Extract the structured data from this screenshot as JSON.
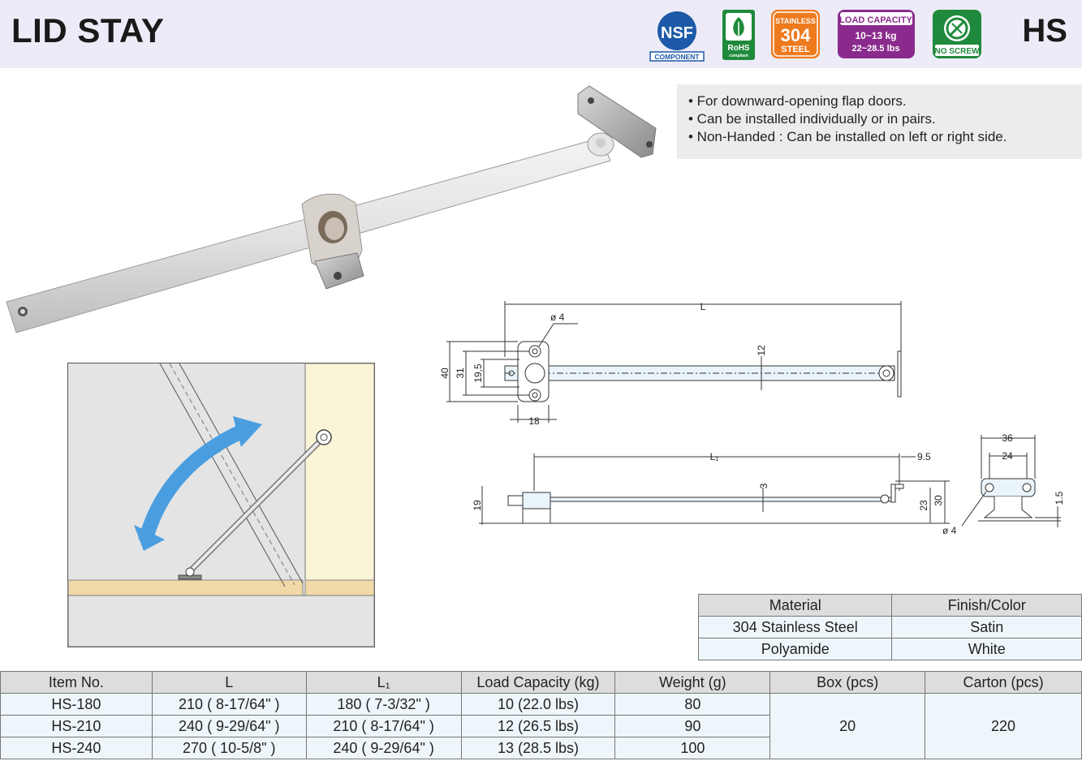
{
  "header": {
    "title": "LID STAY",
    "code": "HS",
    "badges": {
      "nsf": {
        "mark": "NSF",
        "sub": "COMPONENT"
      },
      "rohs": {
        "label": "RoHS",
        "sub": "compliant"
      },
      "steel": {
        "top": "STAINLESS",
        "mid": "304",
        "bot": "STEEL"
      },
      "load": {
        "title": "LOAD CAPACITY",
        "kg": "10~13 kg",
        "lbs": "22~28.5 lbs"
      },
      "noscrew": {
        "label": "NO SCREW"
      }
    }
  },
  "features": [
    "• For downward-opening flap doors.",
    "• Can be installed individually or in pairs.",
    "• Non-Handed : Can be installed on left or right side."
  ],
  "dims": {
    "L": "L",
    "L1": "L₁",
    "d4": "ø 4",
    "d4b": "ø 4",
    "v40": "40",
    "v31": "31",
    "v195": "19,5",
    "v12": "12",
    "v18": "18",
    "v95": "9.5",
    "v19": "19",
    "v3": "3",
    "v23": "23",
    "v30": "30",
    "v36": "36",
    "v24": "24",
    "v15": "1.5"
  },
  "materials": {
    "headers": [
      "Material",
      "Finish/Color"
    ],
    "rows": [
      [
        "304 Stainless Steel",
        "Satin"
      ],
      [
        "Polyamide",
        "White"
      ]
    ]
  },
  "specs": {
    "headers": [
      "Item No.",
      "L",
      "L₁",
      "Load Capacity (kg)",
      "Weight (g)",
      "Box (pcs)",
      "Carton (pcs)"
    ],
    "rows": [
      [
        "HS-180",
        "210 ( 8-17/64\" )",
        "180 (  7-3/32\"  )",
        "10  (22.0 lbs)",
        "80"
      ],
      [
        "HS-210",
        "240 ( 9-29/64\" )",
        "210 ( 8-17/64\" )",
        "12  (26.5 lbs)",
        "90"
      ],
      [
        "HS-240",
        "270 (  10-5/8\"  )",
        "240 ( 9-29/64\" )",
        "13  (28.5 lbs)",
        "100"
      ]
    ],
    "box": "20",
    "carton": "220"
  },
  "colors": {
    "header_bg": "#ecebf7",
    "nsf": "#1c5aa8",
    "rohs": "#1f8a3c",
    "steel": "#ee7a1e",
    "load": "#8a2a8c",
    "noscrew": "#1f8a3c",
    "arrow": "#4a9ee0"
  }
}
